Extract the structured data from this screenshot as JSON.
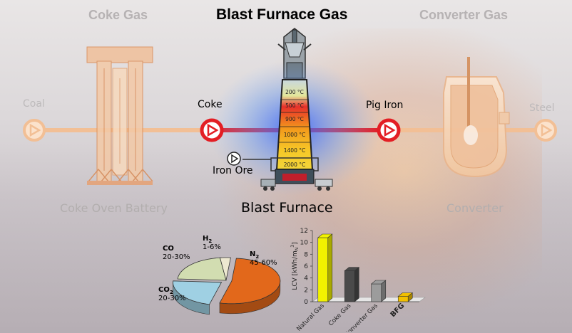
{
  "titles": {
    "main": "Blast Furnace Gas",
    "coke_gas": "Coke Gas",
    "converter_gas": "Converter Gas"
  },
  "flow_labels": {
    "coal": "Coal",
    "coke": "Coke",
    "pig_iron": "Pig Iron",
    "steel": "Steel",
    "iron_ore": "Iron Ore"
  },
  "units": {
    "coke_oven_battery": "Coke Oven Battery",
    "blast_furnace": "Blast Furnace",
    "converter": "Converter"
  },
  "furnace_temps": [
    "200 °C",
    "500 °C",
    "900 °C",
    "1000 °C",
    "1400 °C",
    "2000 °C"
  ],
  "colors": {
    "flow_red": "#e31e24",
    "flow_faded": "#f2bf95",
    "coke_oven": "#e8a878"
  },
  "chart_data": [
    {
      "type": "pie",
      "slices": [
        {
          "name": "N",
          "sub": "2",
          "range": "45-60%",
          "value": 52.5,
          "color": "#e2681b"
        },
        {
          "name": "CO",
          "sub": "2",
          "range": "20-30%",
          "value": 22,
          "color": "#9fd0e3"
        },
        {
          "name": "CO",
          "sub": "",
          "range": "20-30%",
          "value": 22,
          "color": "#d2ddb1"
        },
        {
          "name": "H",
          "sub": "2",
          "range": "1-6%",
          "value": 3.5,
          "color": "#ede8d0"
        }
      ]
    },
    {
      "type": "bar",
      "categories": [
        "Natural Gas",
        "Coke Gas",
        "Converter Gas",
        "BFG"
      ],
      "values": [
        10.8,
        5.2,
        3.0,
        0.9
      ],
      "colors": [
        "#f2f200",
        "#4a4a4a",
        "#9c9c9c",
        "#f2c000"
      ],
      "ylabel_prefix": "LCV [kWh/m",
      "ylabel_sub": "N",
      "ylabel_sup": "3",
      "ylabel_suffix": "]",
      "ylim": [
        0,
        12
      ],
      "yticks": [
        "0",
        "2",
        "4",
        "6",
        "8",
        "10",
        "12"
      ],
      "bold_category": "BFG"
    }
  ]
}
